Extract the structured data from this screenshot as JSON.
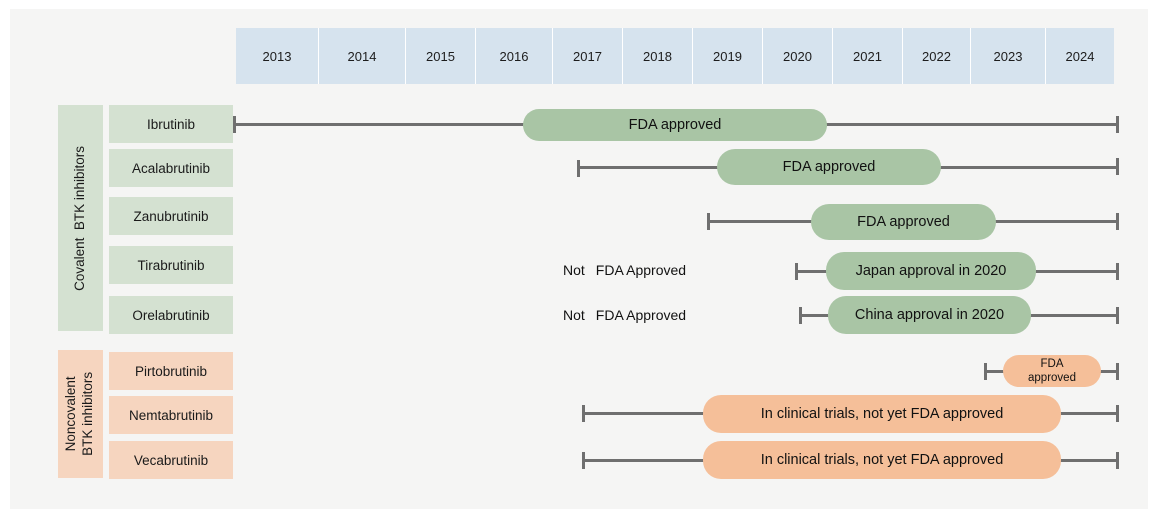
{
  "years": [
    "2013",
    "2014",
    "2015",
    "2016",
    "2017",
    "2018",
    "2019",
    "2020",
    "2021",
    "2022",
    "2023",
    "2024"
  ],
  "groups": {
    "covalent": "Covalent  BTK inhibitors",
    "noncovalent_line1": "Noncovalent",
    "noncovalent_line2": "BTK inhibitors"
  },
  "drugs": [
    {
      "name": "Ibrutinib",
      "status": "FDA approved",
      "note": ""
    },
    {
      "name": "Acalabrutinib",
      "status": "FDA approved",
      "note": ""
    },
    {
      "name": "Zanubrutinib",
      "status": "FDA approved",
      "note": ""
    },
    {
      "name": "Tirabrutinib",
      "status": "Japan approval in 2020",
      "note_a": "Not",
      "note_b": "FDA Approved"
    },
    {
      "name": "Orelabrutinib",
      "status": "China approval in 2020",
      "note_a": "Not",
      "note_b": "FDA Approved"
    },
    {
      "name": "Pirtobrutinib",
      "status_line1": "FDA",
      "status_line2": "approved",
      "note": ""
    },
    {
      "name": "Nemtabrutinib",
      "status": "In clinical trials, not yet FDA approved",
      "note": ""
    },
    {
      "name": "Vecabrutinib",
      "status": "In clinical trials, not yet FDA approved",
      "note": ""
    }
  ],
  "colors": {
    "year_header": "#d6e3ee",
    "covalent": "#d4e1d1",
    "covalent_bar": "#a9c5a5",
    "noncovalent": "#f6d5bf",
    "noncovalent_bar": "#f5bf99",
    "timeline": "#6f6f6f",
    "panel": "#f5f5f4"
  }
}
